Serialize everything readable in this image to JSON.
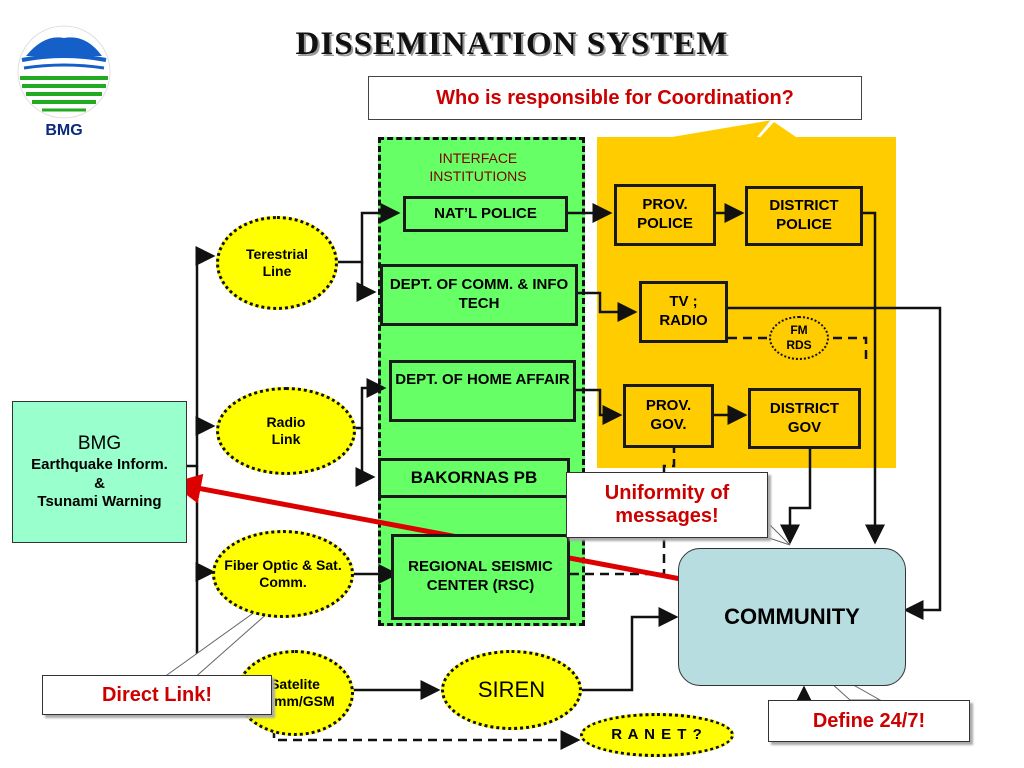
{
  "title": "DISSEMINATION   SYSTEM",
  "logo": {
    "label": "BMG"
  },
  "callouts": {
    "coordination": "Who is responsible for Coordination?",
    "uniformity": "Uniformity of messages!",
    "direct_link": "Direct Link!",
    "define": "Define 24/7!"
  },
  "interface_label": "INTERFACE INSTITUTIONS",
  "bmg_box": {
    "title": "BMG",
    "line1": "Earthquake Inform.",
    "line2": "&",
    "line3": "Tsunami Warning"
  },
  "channels": {
    "terestrial": "Terestrial Line",
    "radio": "Radio Link",
    "fiber": "Fiber Optic & Sat. Comm.",
    "satellite": "Satelite Comm/GSM"
  },
  "institutions": {
    "police": "NAT’L POLICE",
    "comm": "DEPT. OF COMM. & INFO TECH",
    "home": "DEPT. OF HOME AFFAIR",
    "bakornas": "BAKORNAS PB",
    "rsc": "REGIONAL SEISMIC CENTER  (RSC)"
  },
  "regional": {
    "prov_police": "PROV. POLICE",
    "district_police": "DISTRICT POLICE",
    "tv_radio": "TV ; RADIO",
    "fm_rds": "FM RDS",
    "prov_gov": "PROV. GOV.",
    "district_gov": "DISTRICT GOV"
  },
  "community": "COMMUNITY",
  "siren": "SIREN",
  "ranet": "R A N E T  ?",
  "colors": {
    "interface_zone": "#66ff66",
    "regional_zone": "#ffcc00",
    "oval_fill": "#ffff00",
    "bmg_fill": "#99ffcc",
    "community_fill": "#b8dde1",
    "callout_text": "#cc0000",
    "arrow_red": "#dd0000"
  }
}
